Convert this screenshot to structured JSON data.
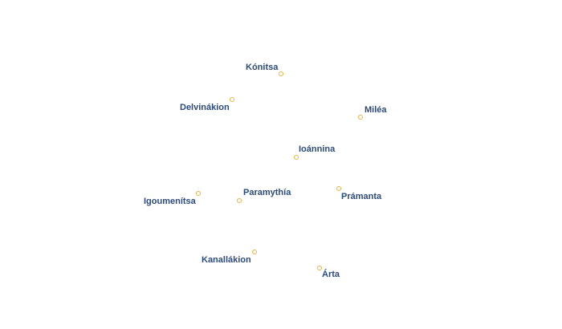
{
  "places": [
    {
      "id": "konitsa",
      "name": "Kónitsa"
    },
    {
      "id": "delvinakion",
      "name": "Delvinákion"
    },
    {
      "id": "milea",
      "name": "Miléa"
    },
    {
      "id": "ioannina",
      "name": "Ioánnina"
    },
    {
      "id": "paramythia",
      "name": "Paramythía"
    },
    {
      "id": "pramanta",
      "name": "Prámanta"
    },
    {
      "id": "igoumenitsa",
      "name": "Igoumenítsa"
    },
    {
      "id": "kanallakion",
      "name": "Kanallákion"
    },
    {
      "id": "arta",
      "name": "Árta"
    }
  ],
  "colors": {
    "marker": "#f0b03c",
    "label": "#2b4a7e",
    "halo": "#ffffff",
    "background": "#ffffff"
  }
}
